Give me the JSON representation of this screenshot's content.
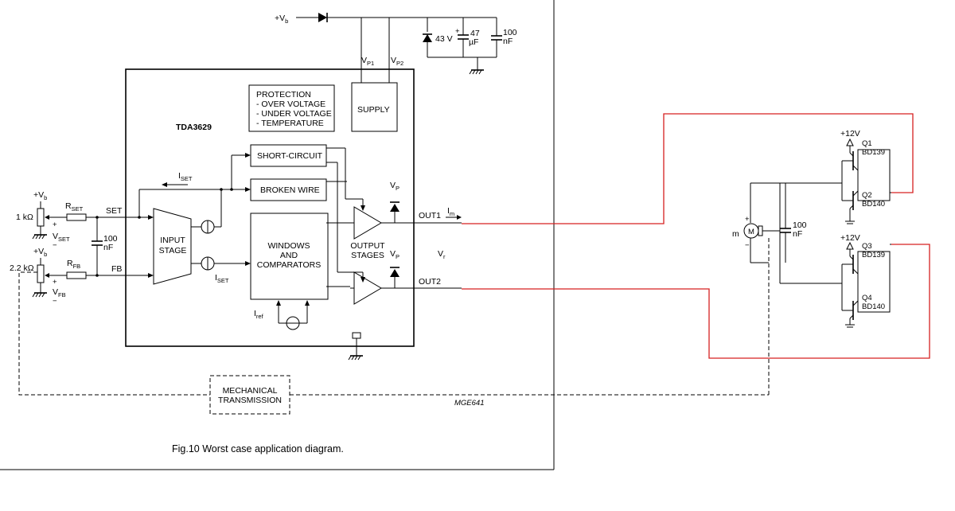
{
  "chip": {
    "name": "TDA3629",
    "protection": [
      "PROTECTION",
      "- OVER VOLTAGE",
      "- UNDER VOLTAGE",
      "- TEMPERATURE"
    ],
    "supply": "SUPPLY",
    "short_circuit": "SHORT-CIRCUIT",
    "broken_wire": "BROKEN WIRE",
    "input_stage": [
      "INPUT",
      "STAGE"
    ],
    "windows": [
      "WINDOWS",
      "AND",
      "COMPARATORS"
    ],
    "output_stages": [
      "OUTPUT",
      "STAGES"
    ],
    "vp1": {
      "main": "V",
      "sub": "P1"
    },
    "vp2": {
      "main": "V",
      "sub": "P2"
    },
    "vp": {
      "main": "V",
      "sub": "P"
    },
    "iset": {
      "main": "I",
      "sub": "SET"
    },
    "iref": {
      "main": "I",
      "sub": "ref"
    },
    "out1": "OUT1",
    "out2": "OUT2",
    "im": {
      "main": "I",
      "sub": "m"
    },
    "vr": {
      "main": "V",
      "sub": "r"
    }
  },
  "supply_circuit": {
    "vb": {
      "prefix": "+V",
      "sub": "b"
    },
    "zener": "43 V",
    "cap47": [
      "47",
      "µF"
    ],
    "cap100": [
      "100",
      "nF"
    ]
  },
  "left_circuit": {
    "vb": {
      "prefix": "+V",
      "sub": "b"
    },
    "r1": "1 kΩ",
    "r2": "2.2 kΩ",
    "rset": {
      "main": "R",
      "sub": "SET"
    },
    "rfb": {
      "main": "R",
      "sub": "FB"
    },
    "set": "SET",
    "fb": "FB",
    "vset": {
      "main": "V",
      "sub": "SET"
    },
    "vfb": {
      "main": "V",
      "sub": "FB"
    },
    "cap": [
      "100",
      "nF"
    ],
    "plus": "+",
    "minus": "−"
  },
  "mechanical": [
    "MECHANICAL",
    "TRANSMISSION"
  ],
  "code": "MGE641",
  "caption": "Fig.10  Worst case application diagram.",
  "bridge": {
    "v12": "+12V",
    "q1": [
      "Q1",
      "BD139"
    ],
    "q2": [
      "Q2",
      "BD140"
    ],
    "q3": [
      "Q3",
      "BD139"
    ],
    "q4": [
      "Q4",
      "BD140"
    ],
    "motor": "M",
    "cap": [
      "100",
      "nF"
    ],
    "m_side": "m",
    "plus": "+",
    "minus": "−"
  }
}
